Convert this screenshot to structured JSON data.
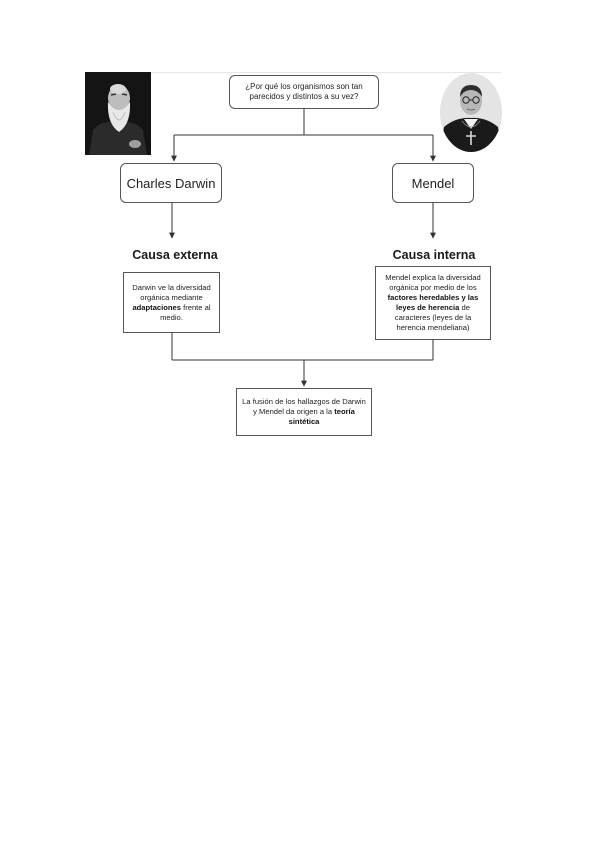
{
  "diagram": {
    "question": "¿Por qué los organismos son tan parecidos y distintos a su vez?",
    "darwin": {
      "name": "Charles Darwin",
      "cause_title": "Causa externa",
      "description": {
        "part1": "Darwin ve la diversidad orgánica mediante ",
        "bold": "adaptaciones",
        "part2": " frente al medio."
      }
    },
    "mendel": {
      "name": "Mendel",
      "cause_title": "Causa interna",
      "description": {
        "part1": "Mendel explica la diversidad orgánica por medio de los ",
        "bold": "factores heredables y las leyes de herencia",
        "part2": " de caracteres (leyes de la herencia mendeliana)"
      }
    },
    "conclusion": {
      "part1": "La fusión de los hallazgos de Darwin y Mendel da origen a la ",
      "bold": "teoría sintética"
    },
    "colors": {
      "line": "#333333",
      "box_border": "#555555",
      "portrait_dark": "#1a1a1a"
    }
  }
}
